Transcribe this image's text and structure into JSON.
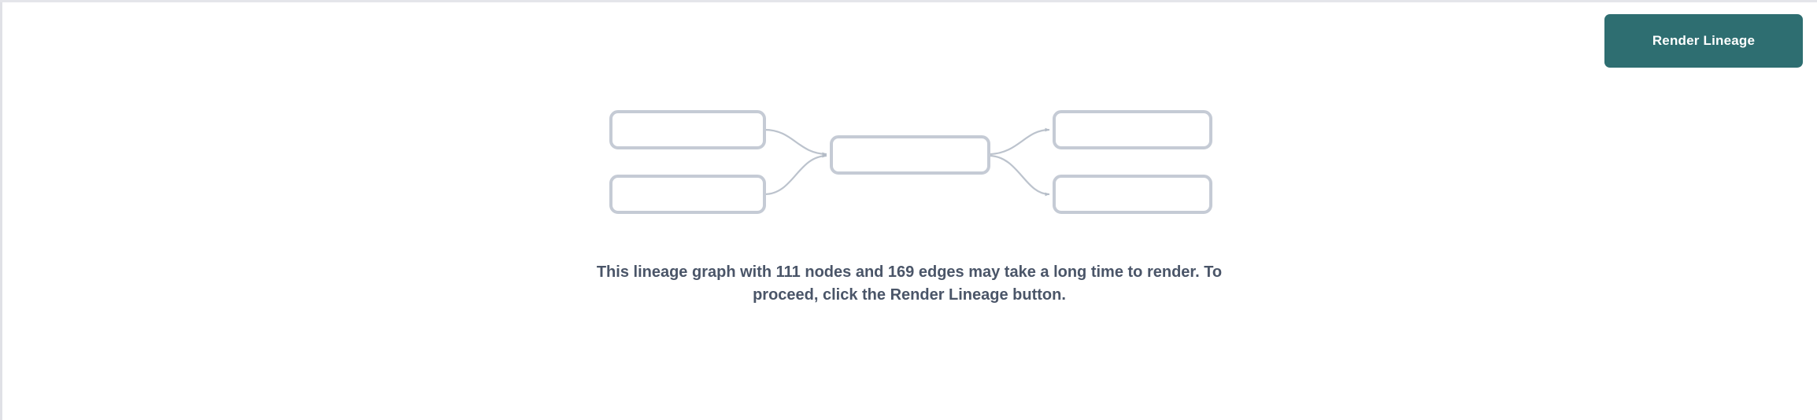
{
  "page": {
    "background_color": "#ffffff",
    "border_color": "#e4e5ea"
  },
  "toolbar": {
    "render_button_label": "Render Lineage",
    "render_button_color": "#2e6e71",
    "render_button_text_color": "#ffffff"
  },
  "graph_placeholder": {
    "node_border_color": "#c5cbd5",
    "node_fill_color": "#ffffff",
    "edge_color": "#bcc3cd",
    "nodes": [
      {
        "id": "upstream-1",
        "column": "left",
        "row": "top"
      },
      {
        "id": "upstream-2",
        "column": "left",
        "row": "bottom"
      },
      {
        "id": "focus",
        "column": "center",
        "row": "middle"
      },
      {
        "id": "downstream-1",
        "column": "right",
        "row": "top"
      },
      {
        "id": "downstream-2",
        "column": "right",
        "row": "bottom"
      }
    ],
    "edges": [
      {
        "from": "upstream-1",
        "to": "focus"
      },
      {
        "from": "upstream-2",
        "to": "focus"
      },
      {
        "from": "focus",
        "to": "downstream-1"
      },
      {
        "from": "focus",
        "to": "downstream-2"
      }
    ]
  },
  "notice": {
    "text": "This lineage graph with 111 nodes and 169 edges may take a long time to render. To proceed, click the Render Lineage button.",
    "node_count": 111,
    "edge_count": 169,
    "text_color": "#4a5568"
  }
}
